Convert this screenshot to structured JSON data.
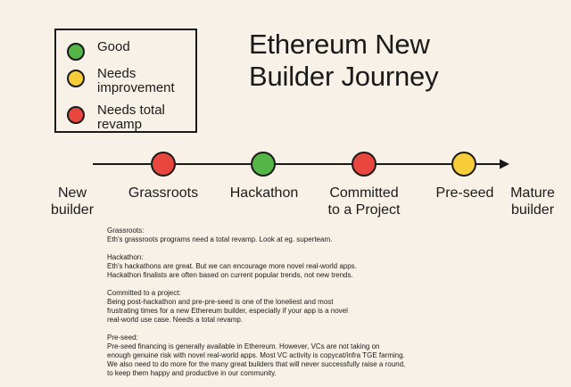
{
  "title": [
    "Ethereum New",
    "Builder Journey"
  ],
  "legend": [
    {
      "label": [
        "Good"
      ],
      "color": "#55b546"
    },
    {
      "label": [
        "Needs",
        "improvement"
      ],
      "color": "#f6cd38"
    },
    {
      "label": [
        "Needs total",
        "revamp"
      ],
      "color": "#e8463f"
    }
  ],
  "stages": [
    {
      "label": [
        "New",
        "builder"
      ],
      "status": "none"
    },
    {
      "label": [
        "Grassroots"
      ],
      "status": "revamp",
      "color": "#e8463f"
    },
    {
      "label": [
        "Hackathon"
      ],
      "status": "good",
      "color": "#55b546"
    },
    {
      "label": [
        "Committed",
        "to a Project"
      ],
      "status": "revamp",
      "color": "#e8463f"
    },
    {
      "label": [
        "Pre-seed"
      ],
      "status": "improvement",
      "color": "#f6cd38"
    },
    {
      "label": [
        "Mature",
        "builder"
      ],
      "status": "none"
    }
  ],
  "notes": [
    {
      "heading": "Grassroots:",
      "lines": [
        "Eth's grassroots programs need a total revamp. Look at eg. superteam."
      ]
    },
    {
      "heading": "Hackathon:",
      "lines": [
        "Eth's hackathons are great. But we can encourage more novel real-world apps.",
        "Hackathon finalists are often based on current popular trends, not new trends."
      ]
    },
    {
      "heading": "Committed to a project:",
      "lines": [
        "Being post-hackathon and pre-pre-seed is one of the loneliest and most",
        "frustrating times for a new Ethereum builder, especially if your app is a novel",
        "real-world use case. Needs a total revamp."
      ]
    },
    {
      "heading": "Pre-seed:",
      "lines": [
        "Pre-seed financing is generally available in Ethereum. However, VCs are not taking on",
        "enough genuine risk with novel real-world apps. Most VC activity is copycat/infra TGE farming.",
        "We also need to do more for the many great builders that will never successfully raise a round,",
        "to keep them happy and productive in our community."
      ]
    }
  ]
}
